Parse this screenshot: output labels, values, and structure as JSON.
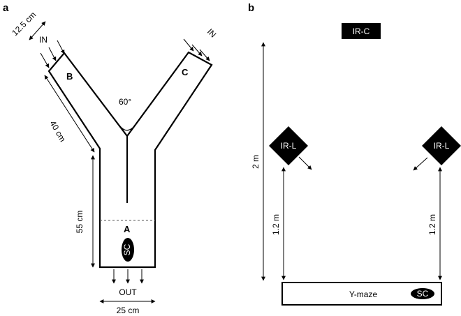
{
  "panel_a": {
    "panel_label": "a",
    "arm_a": "A",
    "arm_b": "B",
    "arm_c": "C",
    "angle": "60°",
    "width_arm": "12.5 cm",
    "length_arm": "40 cm",
    "length_stem": "55 cm",
    "width_stem": "25 cm",
    "inlet_left": "IN",
    "inlet_right": "IN",
    "outlet": "OUT",
    "sc_label": "SC"
  },
  "panel_b": {
    "panel_label": "b",
    "camera_center": "IR-C",
    "light_left": "IR-L",
    "light_right": "IR-L",
    "height_total": "2 m",
    "height_left": "1.2 m",
    "height_right": "1.2 m",
    "maze_label": "Y-maze",
    "sc_label": "SC"
  }
}
